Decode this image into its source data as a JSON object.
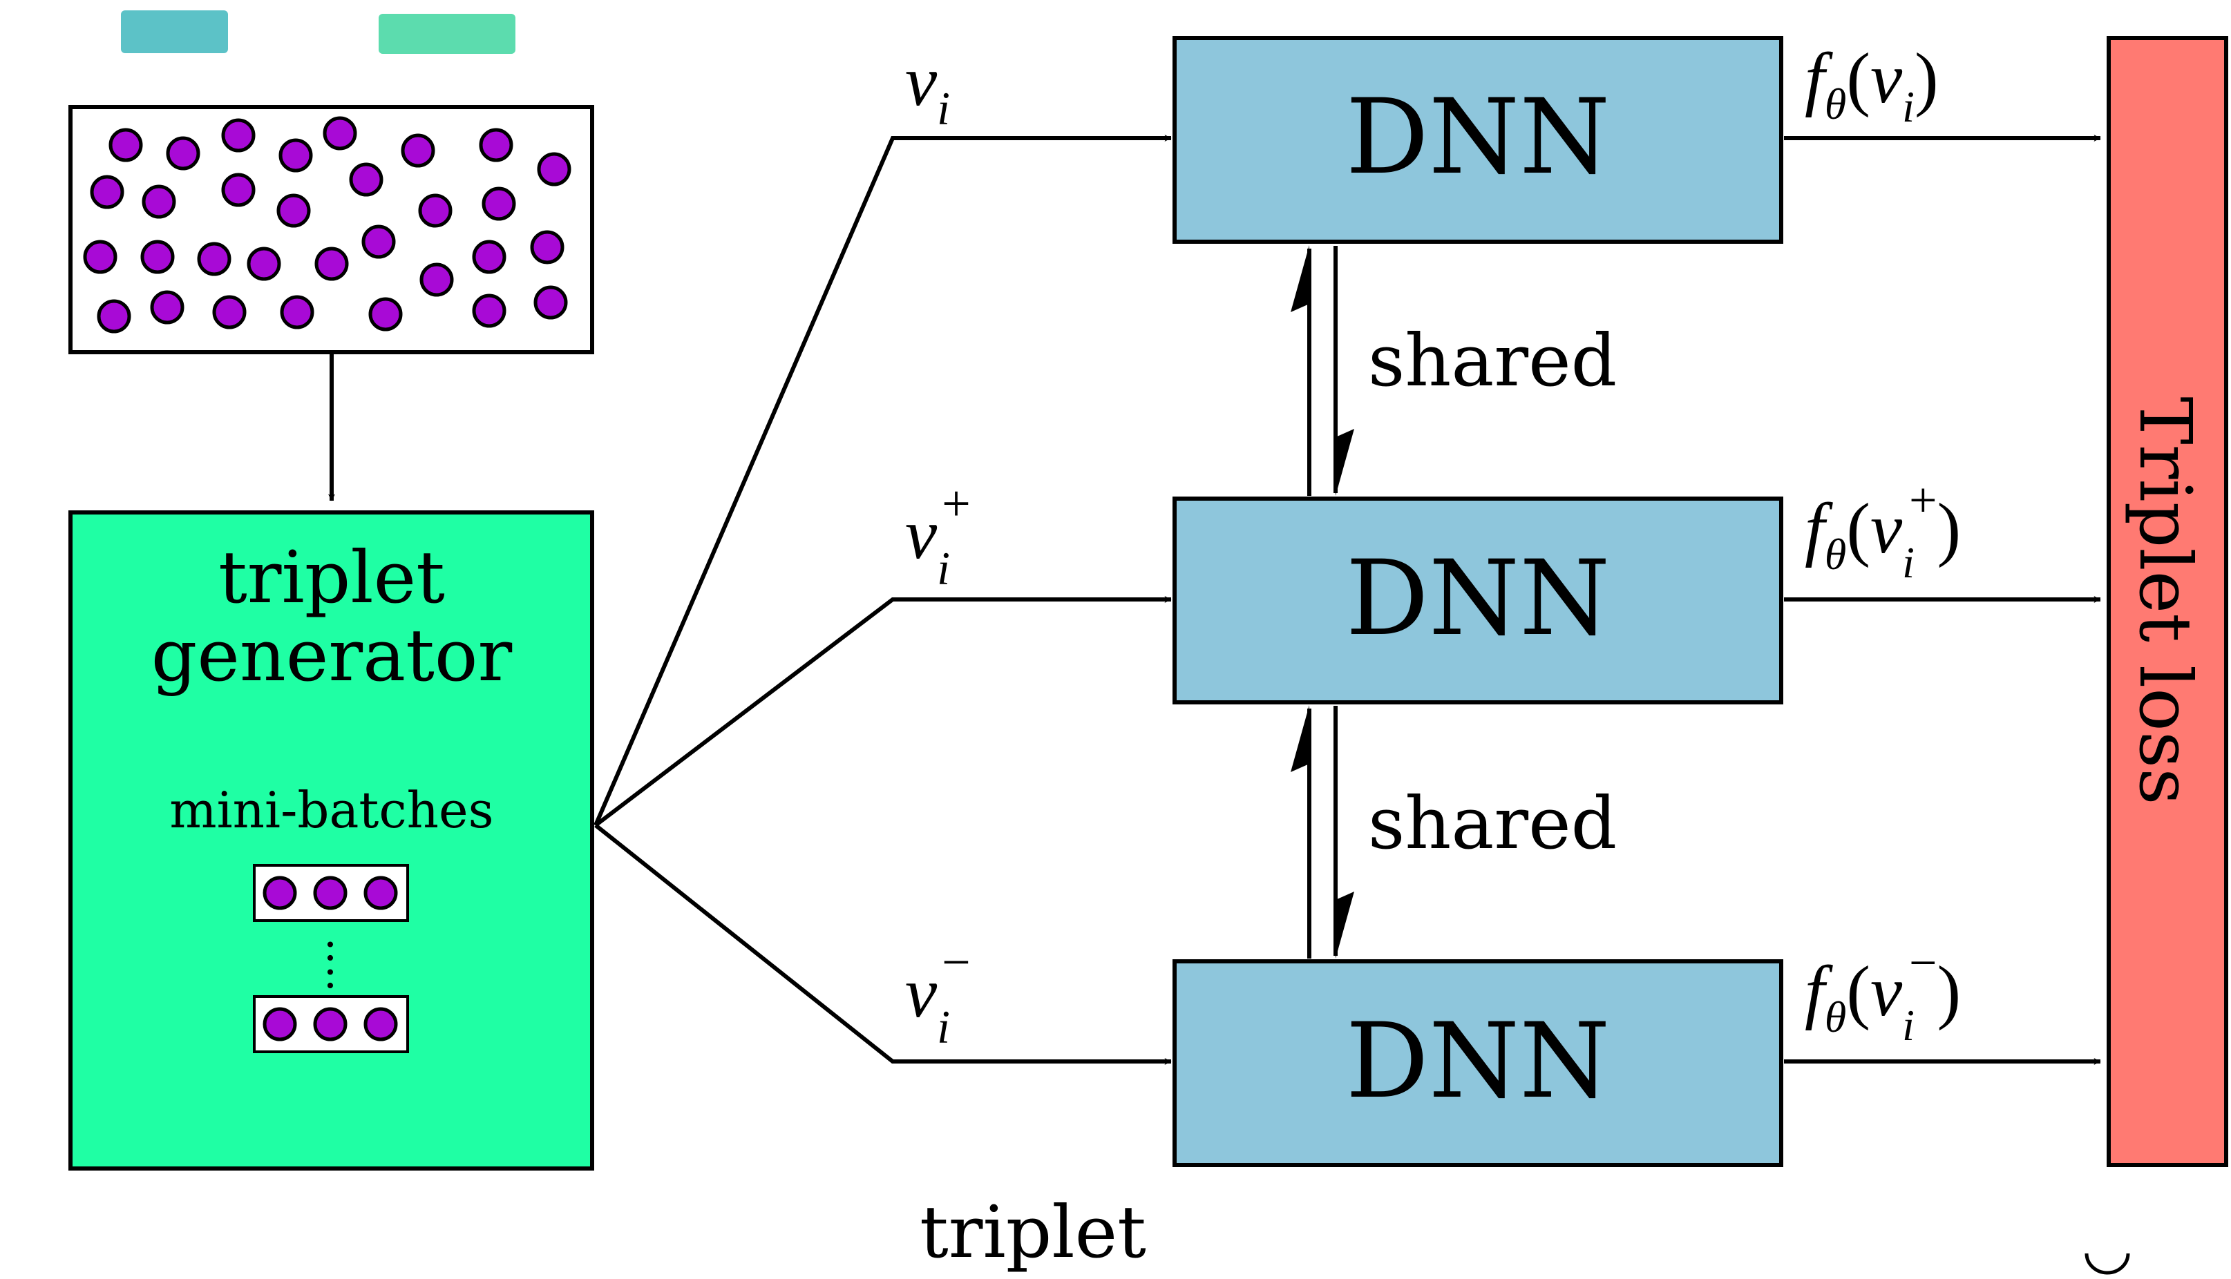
{
  "source_box": {
    "dots": 31
  },
  "generator": {
    "title_line1": "triplet",
    "title_line2": "generator",
    "minibatch_label": "mini-batches",
    "ellipsis": ":",
    "dots_per_batch": 3
  },
  "inputs": {
    "anchor": {
      "base": "v",
      "sub": "i",
      "sup": ""
    },
    "positive": {
      "base": "v",
      "sub": "i",
      "sup": "+"
    },
    "negative": {
      "base": "v",
      "sub": "i",
      "sup": "−"
    }
  },
  "networks": {
    "top_label": "DNN",
    "middle_label": "DNN",
    "bottom_label": "DNN",
    "shared_label_1": "shared",
    "shared_label_2": "shared"
  },
  "outputs": {
    "anchor": {
      "f": "f",
      "theta": "θ",
      "open": "(",
      "base": "v",
      "sub": "i",
      "sup": "",
      "close": ")"
    },
    "positive": {
      "f": "f",
      "theta": "θ",
      "open": "(",
      "base": "v",
      "sub": "i",
      "sup": "+",
      "close": ")"
    },
    "negative": {
      "f": "f",
      "theta": "θ",
      "open": "(",
      "base": "v",
      "sub": "i",
      "sup": "−",
      "close": ")"
    }
  },
  "loss": {
    "label": "Triplet loss"
  },
  "caption": {
    "label": "triplet"
  },
  "colors": {
    "generator_fill": "#1fffa4",
    "dnn_fill": "#8ec6dc",
    "loss_fill": "#ff7a72",
    "dot_fill": "#a80ad6",
    "stroke": "#000000",
    "icon_teal": "#3fb7bd",
    "icon_green": "#3fd6a0"
  }
}
